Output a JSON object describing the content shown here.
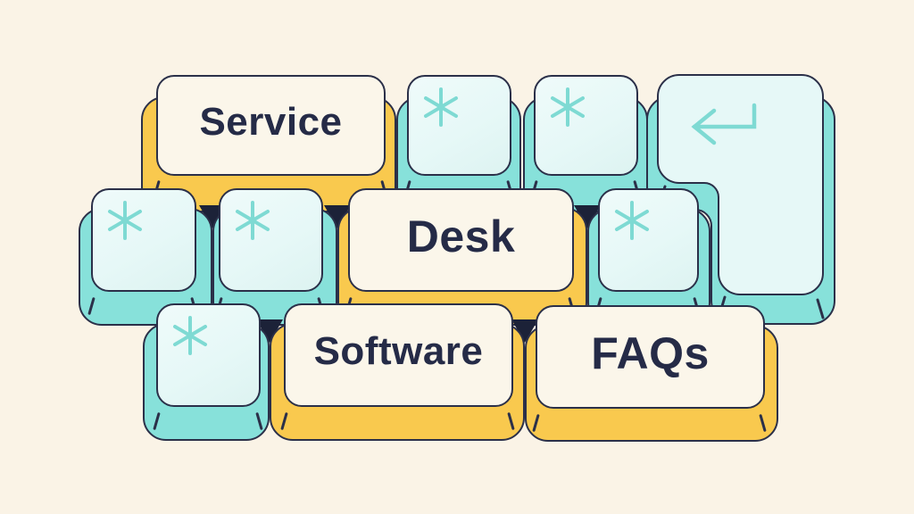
{
  "illustration": {
    "keys": [
      {
        "id": "service",
        "type": "text",
        "label": "Service"
      },
      {
        "id": "asterisk-top-1",
        "type": "symbol",
        "symbol": "*"
      },
      {
        "id": "asterisk-top-2",
        "type": "symbol",
        "symbol": "*"
      },
      {
        "id": "enter",
        "type": "symbol",
        "symbol": "⏎"
      },
      {
        "id": "asterisk-mid-1",
        "type": "symbol",
        "symbol": "*"
      },
      {
        "id": "asterisk-mid-2",
        "type": "symbol",
        "symbol": "*"
      },
      {
        "id": "desk",
        "type": "text",
        "label": "Desk"
      },
      {
        "id": "asterisk-mid-3",
        "type": "symbol",
        "symbol": "*"
      },
      {
        "id": "asterisk-bottom-1",
        "type": "symbol",
        "symbol": "*"
      },
      {
        "id": "software",
        "type": "text",
        "label": "Software"
      },
      {
        "id": "faqs",
        "type": "text",
        "label": "FAQs"
      }
    ],
    "colors": {
      "bg": "#FAF3E6",
      "cream": "#FBF6EA",
      "yellow": "#F9C94E",
      "teal": "#87E1DA",
      "pale": "#E6F8F7",
      "glyph": "#7EDAD3",
      "outline": "#2B3049",
      "ink": "#252B47",
      "gap": "#1C2238"
    }
  }
}
